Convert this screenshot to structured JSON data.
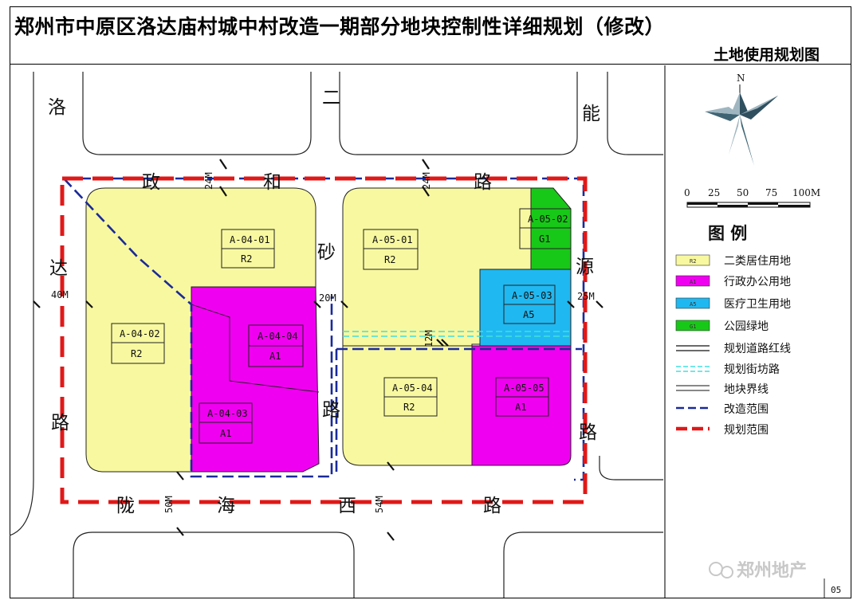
{
  "header": {
    "title": "郑州市中原区洛达庙村城中村改造一期部分地块控制性详细规划（修改）",
    "subtitle": "土地使用规划图"
  },
  "roads": {
    "zhenghe": [
      "政",
      "和",
      "路"
    ],
    "er": "二",
    "sha": "砂",
    "lu_mid": "路",
    "luoda": [
      "洛",
      "达",
      "路"
    ],
    "nengyuan": [
      "能",
      "源",
      "路"
    ],
    "longhaixi": [
      "陇",
      "海",
      "西",
      "路"
    ]
  },
  "dimensions": {
    "w24a": "24M",
    "w24b": "24M",
    "w40": "40M",
    "w20": "20M",
    "w25": "25M",
    "w12": "12M",
    "w50": "50M",
    "w54": "54M"
  },
  "lots": [
    {
      "code": "A-04-01",
      "use": "R2"
    },
    {
      "code": "A-04-02",
      "use": "R2"
    },
    {
      "code": "A-04-03",
      "use": "A1"
    },
    {
      "code": "A-04-04",
      "use": "A1"
    },
    {
      "code": "A-05-01",
      "use": "R2"
    },
    {
      "code": "A-05-02",
      "use": "G1"
    },
    {
      "code": "A-05-03",
      "use": "A5"
    },
    {
      "code": "A-05-04",
      "use": "R2"
    },
    {
      "code": "A-05-05",
      "use": "A1"
    }
  ],
  "compass": {
    "north": "N"
  },
  "scale": {
    "ticks": [
      "0",
      "25",
      "50",
      "75",
      "100M"
    ]
  },
  "legend": {
    "title": "图 例",
    "items": [
      {
        "code": "R2",
        "label": "二类居住用地"
      },
      {
        "code": "A1",
        "label": "行政办公用地"
      },
      {
        "code": "A5",
        "label": "医疗卫生用地"
      },
      {
        "code": "G1",
        "label": "公园绿地"
      },
      {
        "label": "规划道路红线"
      },
      {
        "label": "规划街坊路"
      },
      {
        "label": "地块界线"
      },
      {
        "label": "改造范围"
      },
      {
        "label": "规划范围"
      }
    ]
  },
  "colors": {
    "R2": "#f8f8a0",
    "A1": "#f000f0",
    "A5": "#20b8f0",
    "G1": "#18c818",
    "redline": "#e01818",
    "blueline": "#1a2a9a",
    "cyanline": "#40e0e0"
  },
  "watermark": "郑州地产",
  "page_number": "05"
}
